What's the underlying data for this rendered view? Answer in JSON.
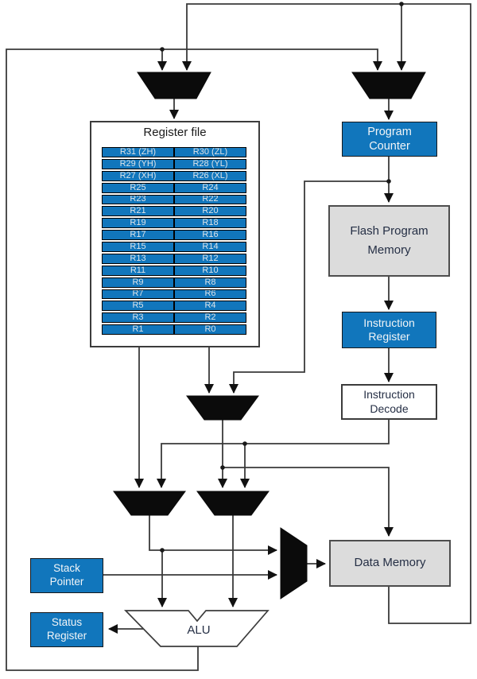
{
  "register_file": {
    "title": "Register file",
    "rows": [
      [
        "R31 (ZH)",
        "R30 (ZL)"
      ],
      [
        "R29 (YH)",
        "R28 (YL)"
      ],
      [
        "R27 (XH)",
        "R26 (XL)"
      ],
      [
        "R25",
        "R24"
      ],
      [
        "R23",
        "R22"
      ],
      [
        "R21",
        "R20"
      ],
      [
        "R19",
        "R18"
      ],
      [
        "R17",
        "R16"
      ],
      [
        "R15",
        "R14"
      ],
      [
        "R13",
        "R12"
      ],
      [
        "R11",
        "R10"
      ],
      [
        "R9",
        "R8"
      ],
      [
        "R7",
        "R6"
      ],
      [
        "R5",
        "R4"
      ],
      [
        "R3",
        "R2"
      ],
      [
        "R1",
        "R0"
      ]
    ]
  },
  "blocks": {
    "program_counter": "Program\nCounter",
    "flash_program_memory": "Flash Program\nMemory",
    "instruction_register": "Instruction\nRegister",
    "instruction_decode": "Instruction\nDecode",
    "data_memory": "Data Memory",
    "stack_pointer": "Stack\nPointer",
    "status_register": "Status\nRegister",
    "alu": "ALU"
  },
  "colors": {
    "block_blue": "#1176BC",
    "block_gray": "#DCDCDC",
    "box_white": "#FFFFFF",
    "wire": "#3A3A3A",
    "mux_black": "#0B0B0B",
    "text_on_blue": "#F2F5F7",
    "text_dark": "#252F45",
    "background": "#FFFFFF"
  }
}
